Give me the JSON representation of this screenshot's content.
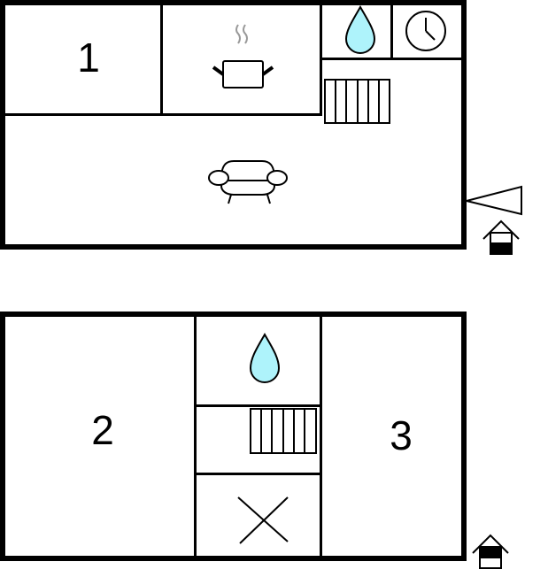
{
  "floors": [
    {
      "name": "upper-floor",
      "rooms": [
        {
          "id": "bedroom-1",
          "label": "1"
        },
        {
          "id": "kitchen",
          "icon": "cooking-pot-icon"
        },
        {
          "id": "bathroom",
          "icon": "water-drop-icon"
        },
        {
          "id": "utility",
          "icon": "clock-icon"
        },
        {
          "id": "stairs",
          "icon": "staircase-icon"
        },
        {
          "id": "living-room",
          "icon": "sofa-icon"
        }
      ],
      "markers": [
        "terrace-triangle-icon",
        "entrance-up-icon"
      ]
    },
    {
      "name": "lower-floor",
      "rooms": [
        {
          "id": "bedroom-2",
          "label": "2"
        },
        {
          "id": "bathroom",
          "icon": "water-drop-icon"
        },
        {
          "id": "stairs",
          "icon": "staircase-icon"
        },
        {
          "id": "storage",
          "icon": "cross-icon"
        },
        {
          "id": "bedroom-3",
          "label": "3"
        }
      ],
      "markers": [
        "entrance-down-icon"
      ]
    }
  ],
  "colors": {
    "wall": "#000000",
    "water": "#aef3fb",
    "steam": "#999999"
  }
}
